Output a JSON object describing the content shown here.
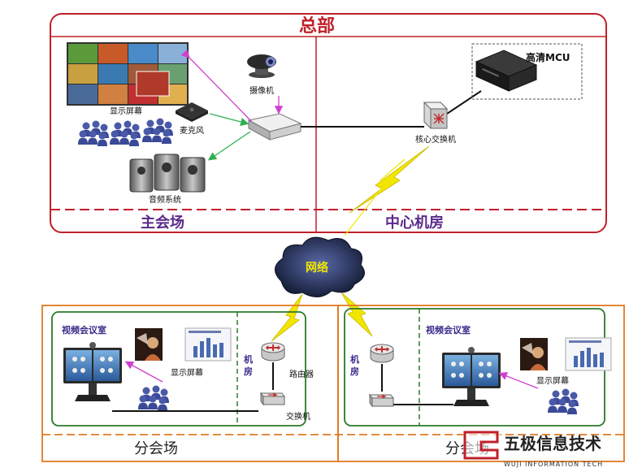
{
  "hq": {
    "title": "总部",
    "main_venue": "主会场",
    "center_room": "中心机房",
    "display_screen": "显示屏幕",
    "camera": "摄像机",
    "microphone": "麦克风",
    "audio_system": "音频系统",
    "mcu": "高清MCU",
    "core_switch": "核心交换机"
  },
  "network": {
    "label": "网络"
  },
  "branch_left": {
    "title": "分会场",
    "meeting_room": "视频会议室",
    "machine_room": "机\n房",
    "display_screen": "显示屏幕",
    "router": "路由器",
    "switch": "交换机"
  },
  "branch_right": {
    "title": "分会场",
    "meeting_room": "视频会议室",
    "machine_room": "机\n房",
    "display_screen": "显示屏幕"
  },
  "watermark": {
    "main": "五极信息技术",
    "sub": "WUJI INFORMATION TECH"
  },
  "colors": {
    "hq_border": "#c0202a",
    "branch_border": "#e07a20",
    "room_border": "#2a7a2a",
    "lightning": "#f2e600",
    "arrow_magenta": "#d040d0",
    "arrow_green": "#30b050"
  }
}
